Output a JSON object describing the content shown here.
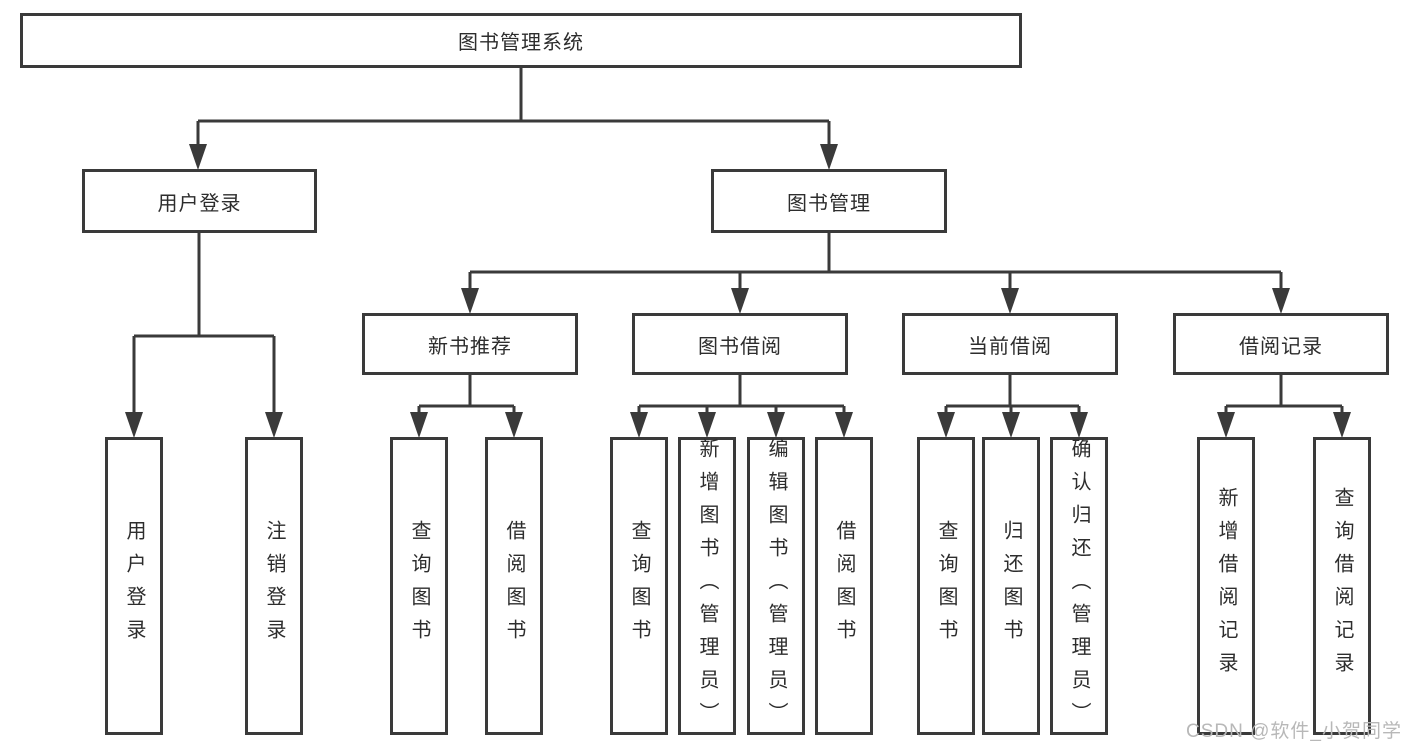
{
  "colors": {
    "line": "#3a3a3a",
    "text": "#2d2d2d",
    "watermark": "#b8b8b8"
  },
  "watermark": {
    "text": "CSDN @软件_小贺同学"
  },
  "tree": {
    "root": {
      "label": "图书管理系统"
    },
    "user_login": {
      "label": "用户登录",
      "children": {
        "login": {
          "label": "用户登录"
        },
        "logout": {
          "label": "注销登录"
        }
      }
    },
    "book_mgmt": {
      "label": "图书管理",
      "children": {
        "new_books": {
          "label": "新书推荐",
          "children": {
            "query_books": {
              "label": "查询图书"
            },
            "borrow_books": {
              "label": "借阅图书"
            }
          }
        },
        "book_borrow": {
          "label": "图书借阅",
          "children": {
            "query_books": {
              "label": "查询图书"
            },
            "add_books": {
              "label": "新增图书（管理员）"
            },
            "edit_books": {
              "label": "编辑图书（管理员）"
            },
            "borrow_books": {
              "label": "借阅图书"
            }
          }
        },
        "current_borrow": {
          "label": "当前借阅",
          "children": {
            "query_books": {
              "label": "查询图书"
            },
            "return_books": {
              "label": "归还图书"
            },
            "confirm_return": {
              "label": "确认归还（管理员）"
            }
          }
        },
        "borrow_records": {
          "label": "借阅记录",
          "children": {
            "add_record": {
              "label": "新增借阅记录"
            },
            "query_record": {
              "label": "查询借阅记录"
            }
          }
        }
      }
    }
  }
}
